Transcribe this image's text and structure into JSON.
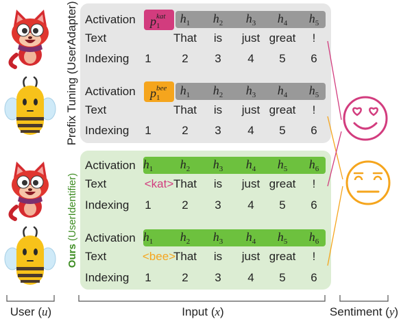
{
  "row_labels": {
    "activation": "Activation",
    "text": "Text",
    "indexing": "Indexing"
  },
  "sections": {
    "prefix": {
      "title": "Prefix Tuning",
      "subtitle": "(UserAdapter)"
    },
    "ours": {
      "title": "Ours",
      "subtitle": "(UserIdentifier)"
    }
  },
  "prefix_blocks": [
    {
      "user": "cat",
      "prefix_var": "p",
      "prefix_sub": "1",
      "prefix_sup": "kat",
      "activations": [
        "h1",
        "h2",
        "h3",
        "h4",
        "h5"
      ],
      "tokens": [
        "That",
        "is",
        "just",
        "great",
        "!"
      ],
      "indices": [
        "1",
        "2",
        "3",
        "4",
        "5",
        "6"
      ]
    },
    {
      "user": "bee",
      "prefix_var": "p",
      "prefix_sub": "1",
      "prefix_sup": "bee",
      "activations": [
        "h1",
        "h2",
        "h3",
        "h4",
        "h5"
      ],
      "tokens": [
        "That",
        "is",
        "just",
        "great",
        "!"
      ],
      "indices": [
        "1",
        "2",
        "3",
        "4",
        "5",
        "6"
      ]
    }
  ],
  "ours_blocks": [
    {
      "user": "cat",
      "user_token": "<kat>",
      "activations": [
        "h1",
        "h2",
        "h3",
        "h4",
        "h5",
        "h6"
      ],
      "tokens": [
        "That",
        "is",
        "just",
        "great",
        "!"
      ],
      "indices": [
        "1",
        "2",
        "3",
        "4",
        "5",
        "6"
      ]
    },
    {
      "user": "bee",
      "user_token": "<bee>",
      "activations": [
        "h1",
        "h2",
        "h3",
        "h4",
        "h5",
        "h6"
      ],
      "tokens": [
        "That",
        "is",
        "just",
        "great",
        "!"
      ],
      "indices": [
        "1",
        "2",
        "3",
        "4",
        "5",
        "6"
      ]
    }
  ],
  "bottom_labels": {
    "user": "User",
    "user_var": "u",
    "input": "Input",
    "input_var": "x",
    "sentiment": "Sentiment",
    "sentiment_var": "y"
  },
  "colors": {
    "kat": "#d23c7e",
    "bee": "#f5a51d",
    "prefix_bg": "#e6e6e6",
    "ours_bg": "#dcedd3",
    "act_gray": "#999999",
    "act_green": "#6dc13e"
  },
  "icons": [
    "cat-user-icon",
    "bee-user-icon",
    "heart-eyes-face-icon",
    "neutral-face-icon"
  ]
}
